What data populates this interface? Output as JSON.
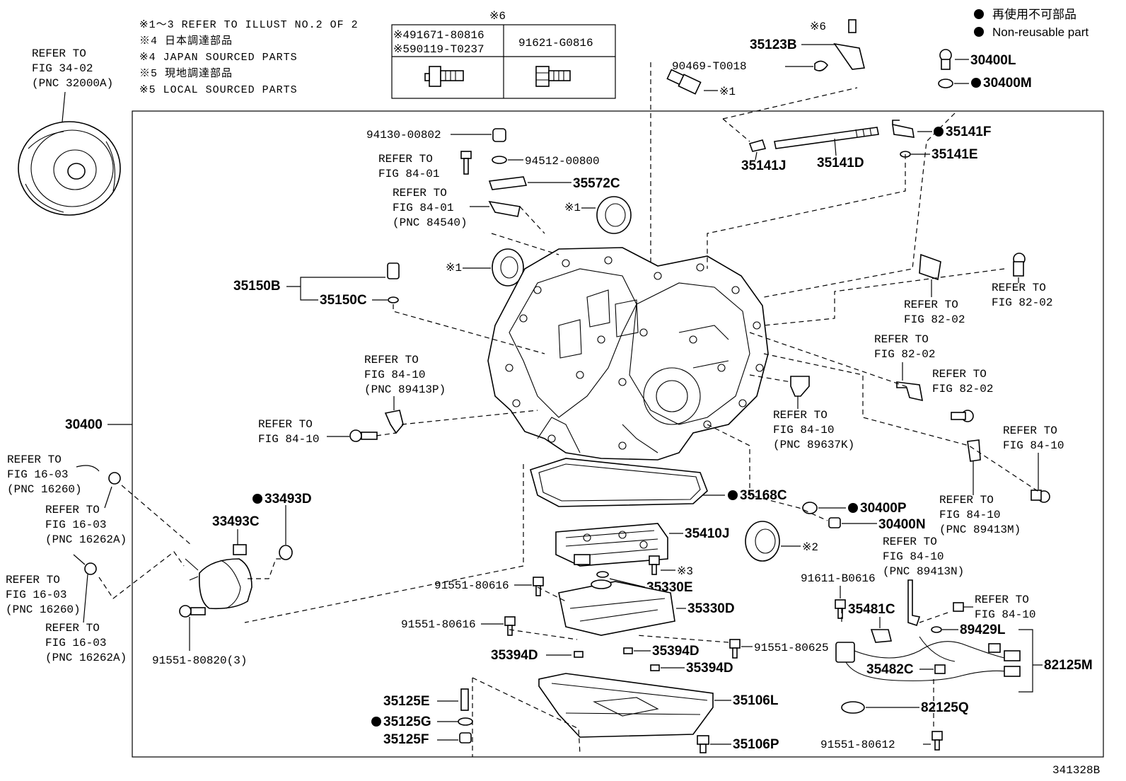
{
  "notes": {
    "n1": "※1～3 REFER TO ILLUST NO.2 OF 2",
    "n2": "※4 日本調達部品",
    "n3": "※4 JAPAN SOURCED PARTS",
    "n4": "※5 現地調達部品",
    "n5": "※5 LOCAL SOURCED PARTS"
  },
  "legend": {
    "jp": "再使用不可部品",
    "en": "Non-reusable part"
  },
  "table6": {
    "mark": "※6",
    "left_line1": "※491671-80816",
    "left_line2": "※590119-T0237",
    "right": "91621-G0816"
  },
  "diagram_id": "341328B",
  "refs": {
    "r_fig34": [
      "REFER TO",
      "FIG 34-02",
      "(PNC 32000A)"
    ],
    "r_84_01a": [
      "REFER TO",
      "FIG 84-01"
    ],
    "r_84_01b": [
      "REFER TO",
      "FIG 84-01",
      "(PNC 84540)"
    ],
    "r_84_10a": [
      "REFER TO",
      "FIG 84-10",
      "(PNC 89413P)"
    ],
    "r_84_10b": [
      "REFER TO",
      "FIG 84-10"
    ],
    "r_82_02a": [
      "REFER TO",
      "FIG 82-02"
    ],
    "r_82_02b": [
      "REFER TO",
      "FIG 82-02"
    ],
    "r_82_02c": [
      "REFER TO",
      "FIG 82-02"
    ],
    "r_82_02d": [
      "REFER TO",
      "FIG 82-02"
    ],
    "r_84_10c": [
      "REFER TO",
      "FIG 84-10",
      "(PNC 89637K)"
    ],
    "r_84_10d": [
      "REFER TO",
      "FIG 84-10"
    ],
    "r_84_10e": [
      "REFER TO",
      "FIG 84-10",
      "(PNC 89413M)"
    ],
    "r_84_10f": [
      "REFER TO",
      "FIG 84-10",
      "(PNC 89413N)"
    ],
    "r_84_10g": [
      "REFER TO",
      "FIG 84-10"
    ],
    "r_16_03a": [
      "REFER TO",
      "FIG 16-03",
      "(PNC 16260)"
    ],
    "r_16_03b": [
      "REFER TO",
      "FIG 16-03",
      "(PNC 16262A)"
    ],
    "r_16_03c": [
      "REFER TO",
      "FIG 16-03",
      "(PNC 16260)"
    ],
    "r_16_03d": [
      "REFER TO",
      "FIG 16-03",
      "(PNC 16262A)"
    ]
  },
  "parts": {
    "p30400": "30400",
    "p30400L": "30400L",
    "p30400M": "30400M",
    "p35123B": "35123B",
    "p90469": "90469-T0018",
    "p35141F": "35141F",
    "p35141J": "35141J",
    "p35141D": "35141D",
    "p35141E": "35141E",
    "p94130": "94130-00802",
    "p94512": "94512-00800",
    "p35572C": "35572C",
    "p35150B": "35150B",
    "p35150C": "35150C",
    "p35168C": "35168C",
    "p30400P": "30400P",
    "p30400N": "30400N",
    "p33493D": "33493D",
    "p33493C": "33493C",
    "p35410J": "35410J",
    "p35330E": "35330E",
    "p91551_616a": "91551-80616",
    "p91551_616b": "91551-80616",
    "p35330D": "35330D",
    "p91551_625": "91551-80625",
    "p35394Da": "35394D",
    "p35394Db": "35394D",
    "p35394Dc": "35394D",
    "p91551_820": "91551-80820(3)",
    "p35125E": "35125E",
    "p35125G": "35125G",
    "p35125F": "35125F",
    "p35106L": "35106L",
    "p35106P": "35106P",
    "p91611": "91611-B0616",
    "p35481C": "35481C",
    "p89429L": "89429L",
    "p35482C": "35482C",
    "p82125M": "82125M",
    "p82125Q": "82125Q",
    "p91551_612": "91551-80612"
  },
  "marks": {
    "m6a": "※6",
    "m1a": "※1",
    "m1b": "※1",
    "m1c": "※1",
    "m2": "※2",
    "m3": "※3"
  },
  "icons": {
    "non_reusable": "filled-circle"
  }
}
